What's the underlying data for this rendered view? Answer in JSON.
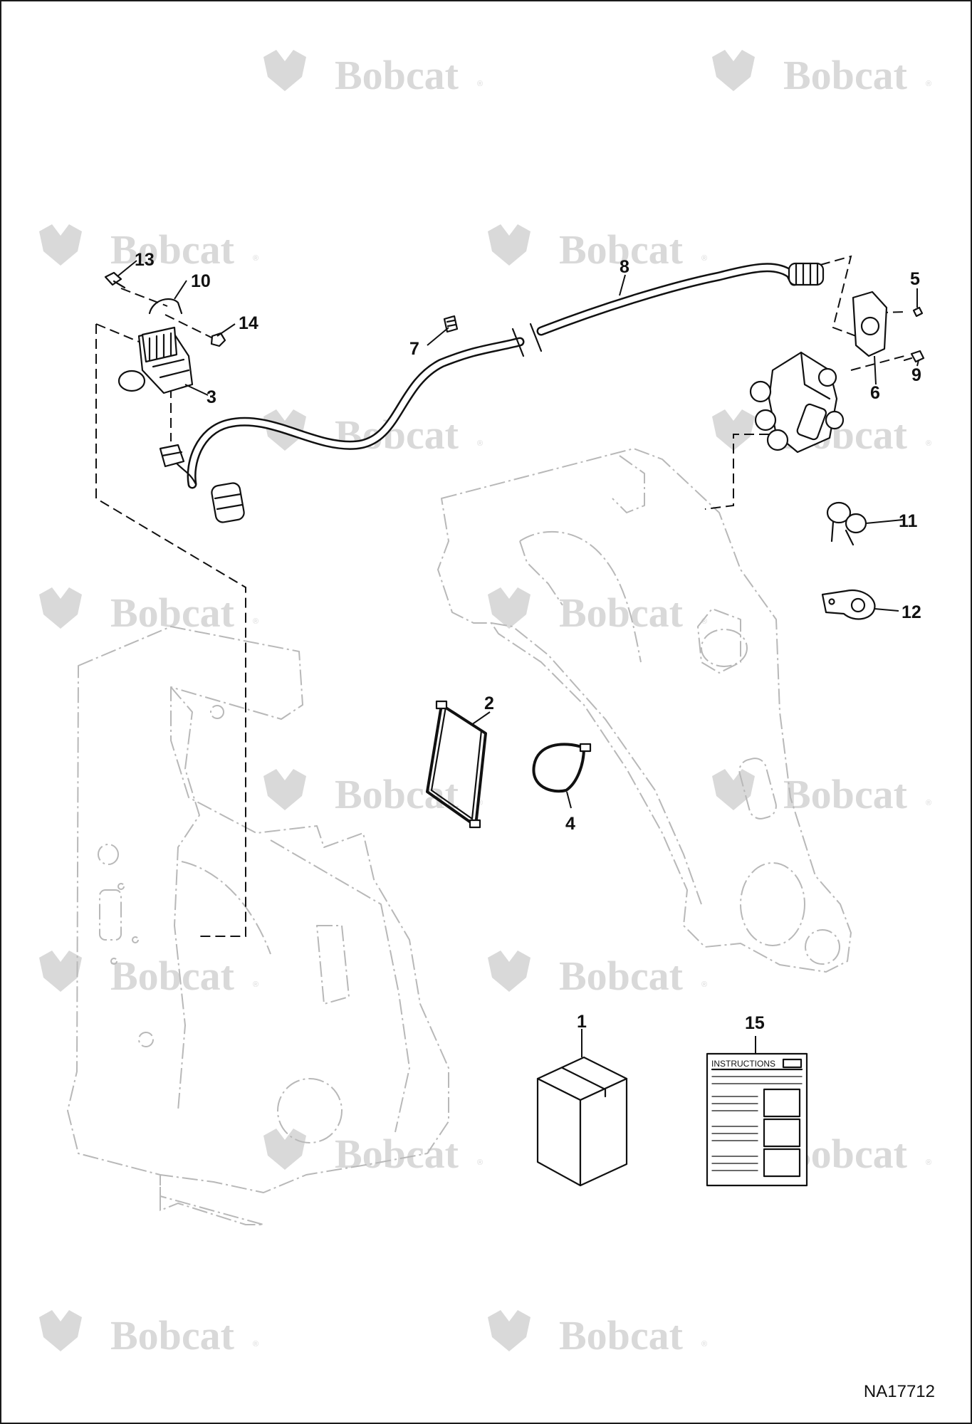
{
  "watermark": {
    "brand": "Bobcat",
    "registered_mark": "®"
  },
  "callouts": [
    {
      "id": "1",
      "label": "1"
    },
    {
      "id": "2",
      "label": "2"
    },
    {
      "id": "3",
      "label": "3"
    },
    {
      "id": "4",
      "label": "4"
    },
    {
      "id": "5",
      "label": "5"
    },
    {
      "id": "6",
      "label": "6"
    },
    {
      "id": "7",
      "label": "7"
    },
    {
      "id": "8",
      "label": "8"
    },
    {
      "id": "9",
      "label": "9"
    },
    {
      "id": "10",
      "label": "10"
    },
    {
      "id": "11",
      "label": "11"
    },
    {
      "id": "12",
      "label": "12"
    },
    {
      "id": "13",
      "label": "13"
    },
    {
      "id": "14",
      "label": "14"
    },
    {
      "id": "15",
      "label": "15"
    }
  ],
  "instructions_sheet": {
    "heading": "INSTRUCTIONS"
  },
  "drawing_number": "NA17712",
  "colors": {
    "line": "#111111",
    "ghost_line": "#b8b8b8",
    "watermark": "#d9d9d9",
    "background": "#ffffff"
  }
}
